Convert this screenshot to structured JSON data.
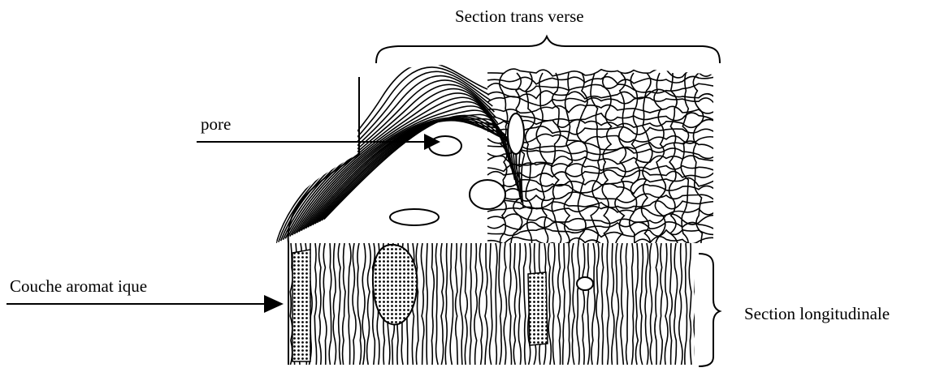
{
  "labels": {
    "section_transverse": "Section trans verse",
    "pore": "pore",
    "couche_aromatique": "Couche aromat ique",
    "section_longitudinale": "Section longitudinale"
  },
  "colors": {
    "ink": "#000000",
    "background": "#ffffff"
  }
}
